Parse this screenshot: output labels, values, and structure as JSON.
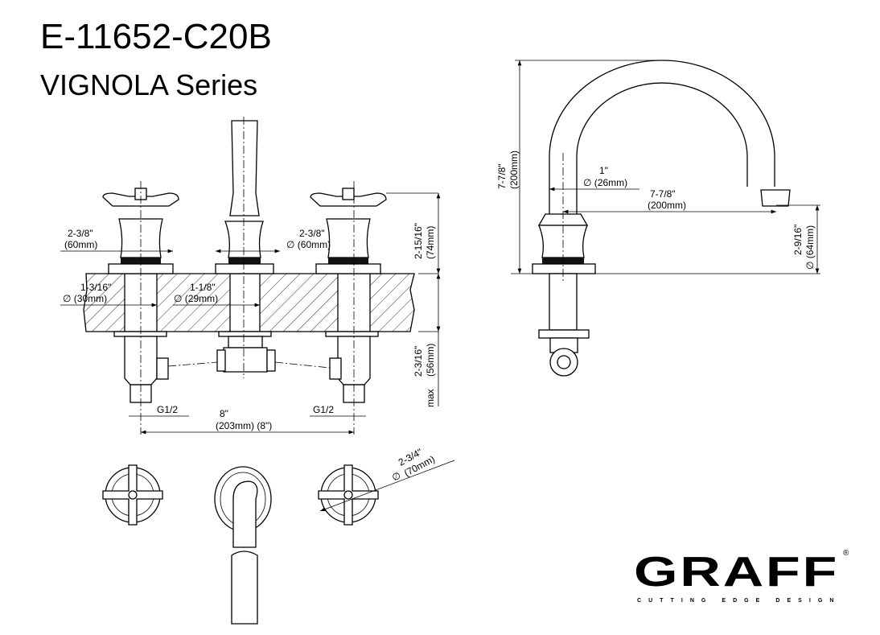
{
  "title": {
    "model": "E-11652-C20B",
    "series": "VIGNOLA Series"
  },
  "front_view": {
    "handle_dia": {
      "inch": "2-3/8\"",
      "mm": "(60mm)"
    },
    "spout_base_dia": {
      "inch": "2-3/8\"",
      "mm": "∅ (60mm)"
    },
    "handle_shank_dia": {
      "inch": "1-3/16\"",
      "mm": "∅ (30mm)"
    },
    "spout_shank_dia": {
      "inch": "1-1/8\"",
      "mm": "∅ (29mm)"
    },
    "thread_left": "G1/2",
    "thread_right": "G1/2",
    "spread": {
      "inch": "8\"",
      "mm": "(203mm) (8\")"
    },
    "height_above_deck": {
      "inch": "2-15/16\"",
      "mm": "(74mm)"
    },
    "max_deck": {
      "inch": "2-3/16\"",
      "mm": "(56mm)",
      "prefix": "max"
    }
  },
  "side_view": {
    "total_height": {
      "inch": "7-7/8\"",
      "mm": "(200mm)"
    },
    "spout_dia": {
      "inch": "1\"",
      "mm": "∅ (26mm)"
    },
    "spout_reach": {
      "inch": "7-7/8\"",
      "mm": "(200mm)"
    },
    "spout_clearance": {
      "inch": "2-9/16\"",
      "mm": "∅ (64mm)"
    }
  },
  "top_view": {
    "handle_dia": {
      "inch": "2-3/4\"",
      "mm": "(70mm)",
      "symbol": "∅"
    }
  },
  "logo": {
    "brand": "GRAFF",
    "registered": "®",
    "tagline": "CUTTING EDGE DESIGN"
  }
}
